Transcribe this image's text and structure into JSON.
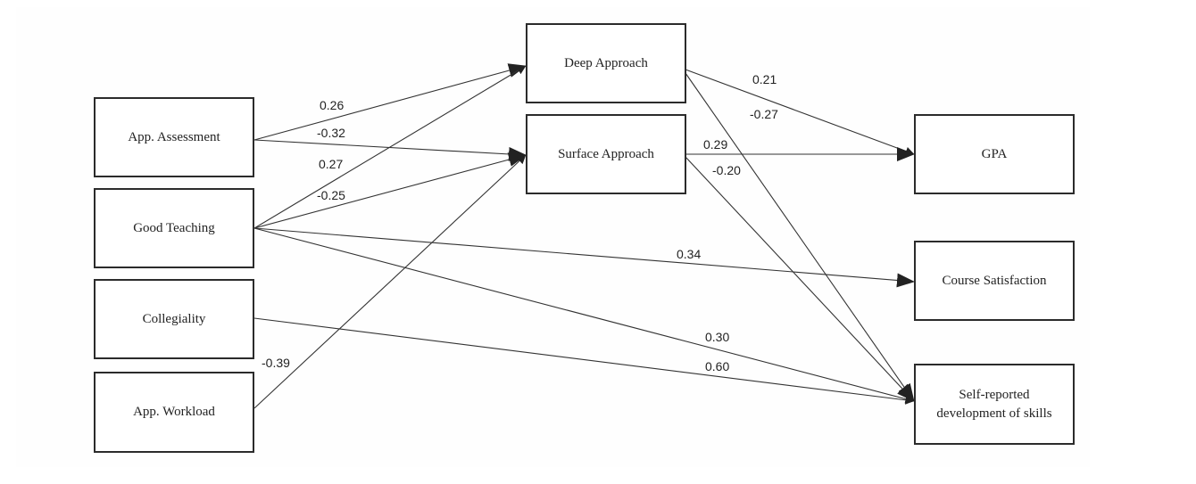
{
  "nodes": {
    "app_assessment": "App. Assessment",
    "good_teaching": "Good Teaching",
    "collegiality": "Collegiality",
    "app_workload": "App. Workload",
    "deep_approach": "Deep Approach",
    "surface_approach": "Surface Approach",
    "gpa": "GPA",
    "course_satisfaction": "Course Satisfaction",
    "self_reported_line1": "Self-reported",
    "self_reported_line2": "development of skills"
  },
  "paths": [
    {
      "from": "App. Assessment",
      "to": "Deep Approach",
      "weight": "0.26"
    },
    {
      "from": "App. Assessment",
      "to": "Surface Approach",
      "weight": "-0.32"
    },
    {
      "from": "Good Teaching",
      "to": "Deep Approach",
      "weight": "0.27"
    },
    {
      "from": "Good Teaching",
      "to": "Surface Approach",
      "weight": "-0.25"
    },
    {
      "from": "Good Teaching",
      "to": "Course Satisfaction",
      "weight": "0.34"
    },
    {
      "from": "Good Teaching",
      "to": "Self-reported development of skills",
      "weight": "0.30"
    },
    {
      "from": "Collegiality",
      "to": "Self-reported development of skills",
      "weight": "0.60"
    },
    {
      "from": "App. Workload",
      "to": "Surface Approach",
      "weight": "-0.39"
    },
    {
      "from": "Deep Approach",
      "to": "GPA",
      "weight": "0.21"
    },
    {
      "from": "Deep Approach",
      "to": "Self-reported development of skills",
      "weight": "-0.27"
    },
    {
      "from": "Surface Approach",
      "to": "GPA",
      "weight": "0.29"
    },
    {
      "from": "Surface Approach",
      "to": "Self-reported development of skills",
      "weight": "-0.20"
    }
  ]
}
